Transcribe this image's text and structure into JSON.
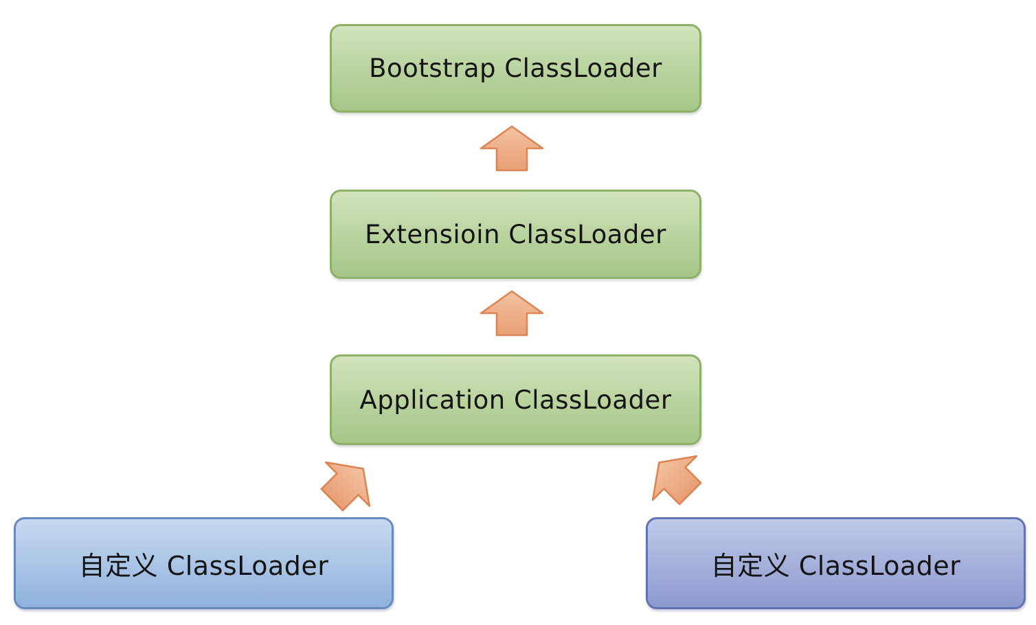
{
  "diagram": {
    "nodes": {
      "bootstrap": {
        "label": "Bootstrap ClassLoader",
        "type": "green"
      },
      "extension": {
        "label": "Extensioin ClassLoader",
        "type": "green"
      },
      "application": {
        "label": "Application ClassLoader",
        "type": "green"
      },
      "custom_left": {
        "label": "自定义 ClassLoader",
        "type": "blue"
      },
      "custom_right": {
        "label": "自定义 ClassLoader",
        "type": "purple"
      }
    },
    "edges": [
      {
        "from": "extension",
        "to": "bootstrap",
        "direction": "up"
      },
      {
        "from": "application",
        "to": "extension",
        "direction": "up"
      },
      {
        "from": "custom_left",
        "to": "application",
        "direction": "up-right"
      },
      {
        "from": "custom_right",
        "to": "application",
        "direction": "up-left"
      }
    ],
    "colors": {
      "green_top": "#d2e3bd",
      "green_mid": "#b8d29d",
      "green_bottom": "#a5c689",
      "green_border": "#8db069",
      "blue_top": "#c6d9f0",
      "blue_bottom": "#8fb1dc",
      "blue_border": "#6889bd",
      "purple_top": "#bfc9e9",
      "purple_bottom": "#8c99cd",
      "purple_border": "#6272b4",
      "arrow_fill_top": "#f3c2a2",
      "arrow_fill_bottom": "#e99f74",
      "arrow_border": "#dd8453",
      "text": "#141414",
      "background": "#ffffff"
    }
  }
}
